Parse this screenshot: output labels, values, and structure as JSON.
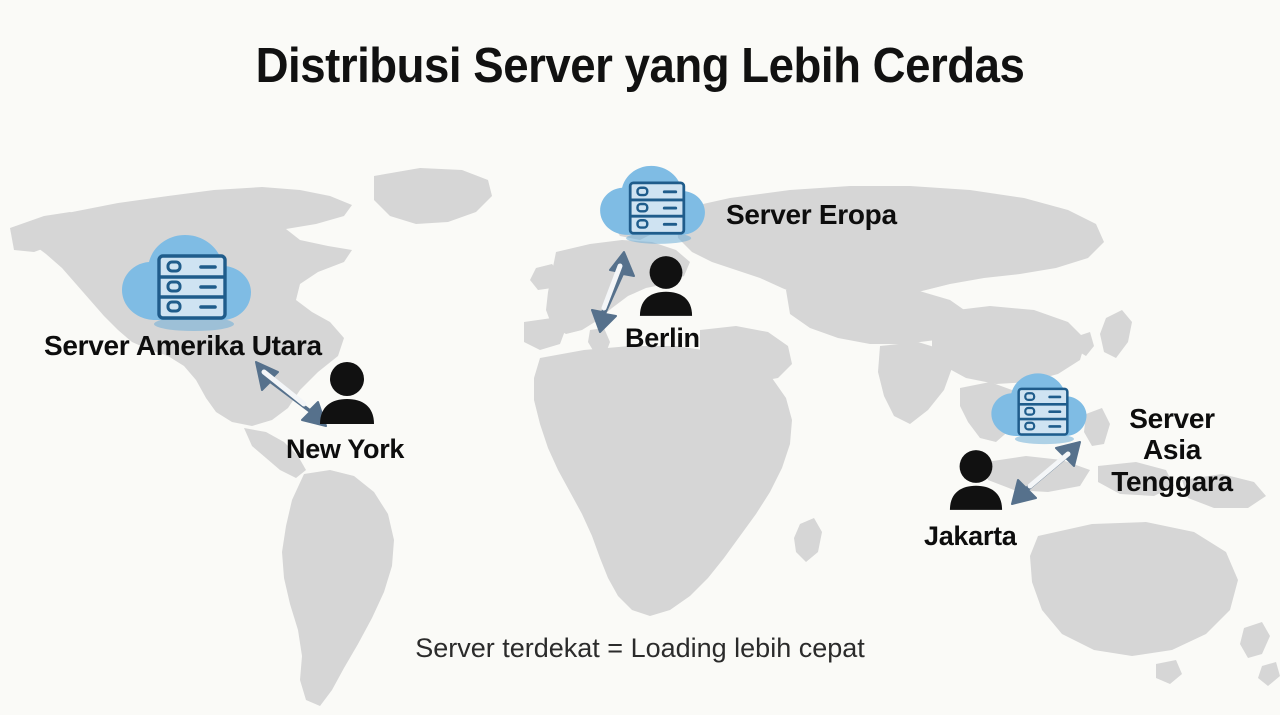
{
  "page": {
    "title": "Distribusi Server yang Lebih Cerdas",
    "caption": "Server terdekat = Loading lebih cepat",
    "background_color": "#FAFAF7",
    "map_color": "#D6D6D6"
  },
  "colors": {
    "cloud_fill": "#7FBCE4",
    "cloud_shadow": "#6FAFD8",
    "rack_stroke": "#1F5C8B",
    "rack_fill": "#CFE3F2",
    "arrow": "#56718C",
    "arrow_inner": "#F4F6F8",
    "person": "#111111",
    "title_color": "#111111",
    "caption_color": "#2B2B2B",
    "label_color": "#0D0D0D"
  },
  "nodes": [
    {
      "id": "north-america",
      "server_label": "Server Amerika Utara",
      "city_label": "New York",
      "icon": "cloud-server-icon",
      "person_icon": "person-icon",
      "arrow_icon": "double-arrow-icon",
      "arrow_direction": "diagonal-down-right"
    },
    {
      "id": "europe",
      "server_label": "Server Eropa",
      "city_label": "Berlin",
      "icon": "cloud-server-icon",
      "person_icon": "person-icon",
      "arrow_icon": "double-arrow-icon",
      "arrow_direction": "vertical-up"
    },
    {
      "id": "southeast-asia",
      "server_label_line1": "Server",
      "server_label_line2": "Asia Tenggara",
      "city_label": "Jakarta",
      "icon": "cloud-server-icon",
      "person_icon": "person-icon",
      "arrow_icon": "double-arrow-icon",
      "arrow_direction": "diagonal-up-right"
    }
  ]
}
